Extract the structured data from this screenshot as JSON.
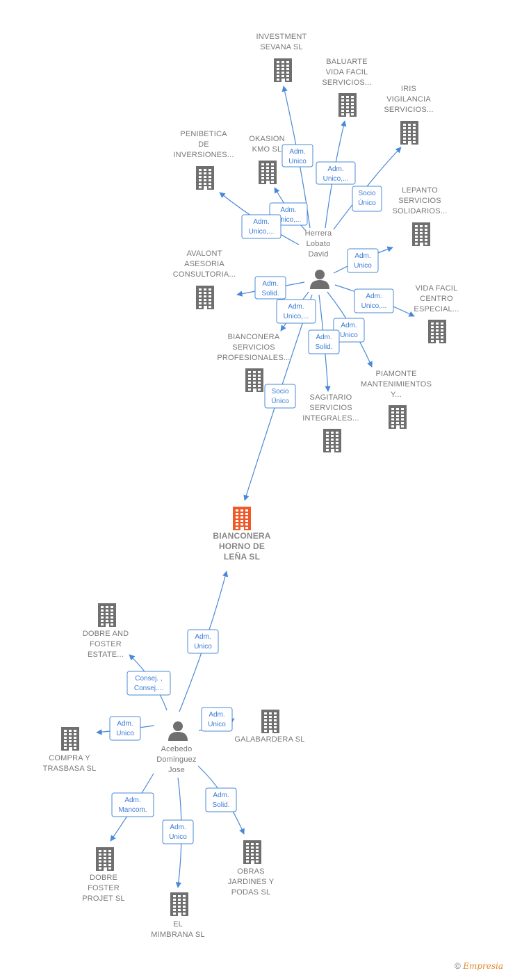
{
  "footer": {
    "copyright": "©",
    "brand": "Empresia"
  },
  "colors": {
    "edge": "#4a88d6",
    "building": "#6f6f6f",
    "main_building": "#f05a28",
    "person": "#6f6f6f"
  },
  "nodes": [
    {
      "id": "main",
      "type": "company",
      "main": true,
      "lines": [
        "BIANCONERA",
        "HORNO DE",
        "LEÑA  SL"
      ]
    },
    {
      "id": "herrera",
      "type": "person",
      "lines": [
        "Herrera",
        "Lobato",
        "David"
      ]
    },
    {
      "id": "acebedo",
      "type": "person",
      "lines": [
        "Acebedo",
        "Dominguez",
        "Jose"
      ]
    },
    {
      "id": "investment",
      "type": "company",
      "lines": [
        "INVESTMENT",
        "SEVANA  SL"
      ]
    },
    {
      "id": "baluarte",
      "type": "company",
      "lines": [
        "BALUARTE",
        "VIDA FACIL",
        "SERVICIOS..."
      ]
    },
    {
      "id": "iris",
      "type": "company",
      "lines": [
        "IRIS",
        "VIGILANCIA",
        "SERVICIOS..."
      ]
    },
    {
      "id": "penibetica",
      "type": "company",
      "lines": [
        "PENIBETICA",
        "DE",
        "INVERSIONES..."
      ]
    },
    {
      "id": "okasion",
      "type": "company",
      "lines": [
        "OKASION",
        "KMO  SL"
      ]
    },
    {
      "id": "lepanto",
      "type": "company",
      "lines": [
        "LEPANTO",
        "SERVICIOS",
        "SOLIDARIOS..."
      ]
    },
    {
      "id": "avalont",
      "type": "company",
      "lines": [
        "AVALONT",
        "ASESORIA",
        "CONSULTORIA..."
      ]
    },
    {
      "id": "vidafacil",
      "type": "company",
      "lines": [
        "VIDA FACIL",
        "CENTRO",
        "ESPECIAL..."
      ]
    },
    {
      "id": "bianserv",
      "type": "company",
      "lines": [
        "BIANCONERA",
        "SERVICIOS",
        "PROFESIONALES..."
      ]
    },
    {
      "id": "piamonte",
      "type": "company",
      "lines": [
        "PIAMONTE",
        "MANTENIMIENTOS",
        "Y..."
      ]
    },
    {
      "id": "sagitario",
      "type": "company",
      "lines": [
        "SAGITARIO",
        "SERVICIOS",
        "INTEGRALES..."
      ]
    },
    {
      "id": "dobreestate",
      "type": "company",
      "lines": [
        "DOBRE AND",
        "FOSTER",
        "ESTATE..."
      ]
    },
    {
      "id": "compra",
      "type": "company",
      "lines": [
        "COMPRA Y",
        "TRASBASA SL"
      ]
    },
    {
      "id": "galabardera",
      "type": "company",
      "lines": [
        "GALABARDERA SL"
      ]
    },
    {
      "id": "dobreprojet",
      "type": "company",
      "lines": [
        "DOBRE",
        "FOSTER",
        "PROJET  SL"
      ]
    },
    {
      "id": "obras",
      "type": "company",
      "lines": [
        "OBRAS",
        "JARDINES Y",
        "PODAS  SL"
      ]
    },
    {
      "id": "mimbrana",
      "type": "company",
      "lines": [
        "EL",
        "MIMBRANA SL"
      ]
    }
  ],
  "edges": [
    {
      "id": "e-investment",
      "lines": [
        "Adm.",
        "Unico"
      ]
    },
    {
      "id": "e-baluarte",
      "lines": [
        "Adm.",
        "Unico,..."
      ]
    },
    {
      "id": "e-iris",
      "lines": [
        "Socio",
        "Único"
      ]
    },
    {
      "id": "e-okasion",
      "lines": [
        "Adm.",
        "Unico,..."
      ]
    },
    {
      "id": "e-penibetica",
      "lines": [
        "Adm.",
        "Unico,..."
      ]
    },
    {
      "id": "e-lepanto",
      "lines": [
        "Adm.",
        "Unico"
      ]
    },
    {
      "id": "e-avalont",
      "lines": [
        "Adm.",
        "Solid."
      ]
    },
    {
      "id": "e-vidafacil",
      "lines": [
        "Adm.",
        "Unico,..."
      ]
    },
    {
      "id": "e-bianserv",
      "lines": [
        "Adm.",
        "Unico,..."
      ]
    },
    {
      "id": "e-piamonte",
      "lines": [
        "Adm.",
        "Unico"
      ]
    },
    {
      "id": "e-sagitario",
      "lines": [
        "Adm.",
        "Solid."
      ]
    },
    {
      "id": "e-main-h",
      "lines": [
        "Socio",
        "Único"
      ]
    },
    {
      "id": "e-main-a",
      "lines": [
        "Adm.",
        "Unico"
      ]
    },
    {
      "id": "e-dobreestate",
      "lines": [
        "Consej. ,",
        "Consej...."
      ]
    },
    {
      "id": "e-compra",
      "lines": [
        "Adm.",
        "Unico"
      ]
    },
    {
      "id": "e-galabardera",
      "lines": [
        "Adm.",
        "Unico"
      ]
    },
    {
      "id": "e-dobreprojet",
      "lines": [
        "Adm.",
        "Mancom."
      ]
    },
    {
      "id": "e-mimbrana",
      "lines": [
        "Adm.",
        "Unico"
      ]
    },
    {
      "id": "e-obras",
      "lines": [
        "Adm.",
        "Solid."
      ]
    }
  ]
}
